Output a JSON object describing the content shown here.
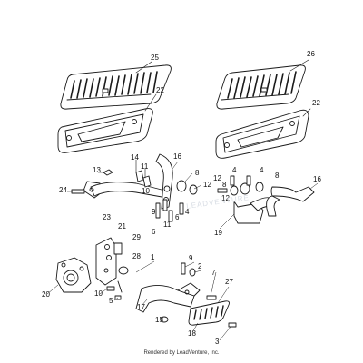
{
  "callouts": {
    "c25": "25",
    "c26": "26",
    "c22a": "22",
    "c22b": "22",
    "c14": "14",
    "c11a": "11",
    "c16a": "16",
    "c13": "13",
    "c8a": "8",
    "c12a": "12",
    "c24": "24",
    "c10a": "10",
    "c23": "23",
    "c9a": "9",
    "c6a": "6",
    "c4a": "4",
    "c11b": "11",
    "c6b": "6",
    "c4b": "4",
    "c4c": "4",
    "c12b": "12",
    "c8b": "8",
    "c12c": "12",
    "c8c": "8",
    "c16b": "16",
    "c19": "19",
    "c21": "21",
    "c29": "29",
    "c28": "28",
    "c1": "1",
    "c9b": "9",
    "c2": "2",
    "c20": "20",
    "c10b": "10",
    "c5": "5",
    "c7": "7",
    "c27": "27",
    "c17": "17",
    "c15": "15",
    "c18": "18",
    "c3": "3"
  },
  "footer": "Rendered by LeadVenture, Inc.",
  "watermark": "LEADVENTURE",
  "colors": {
    "line": "#1a1a1a",
    "fill": "#ffffff",
    "rib": "#3a3a3a"
  }
}
